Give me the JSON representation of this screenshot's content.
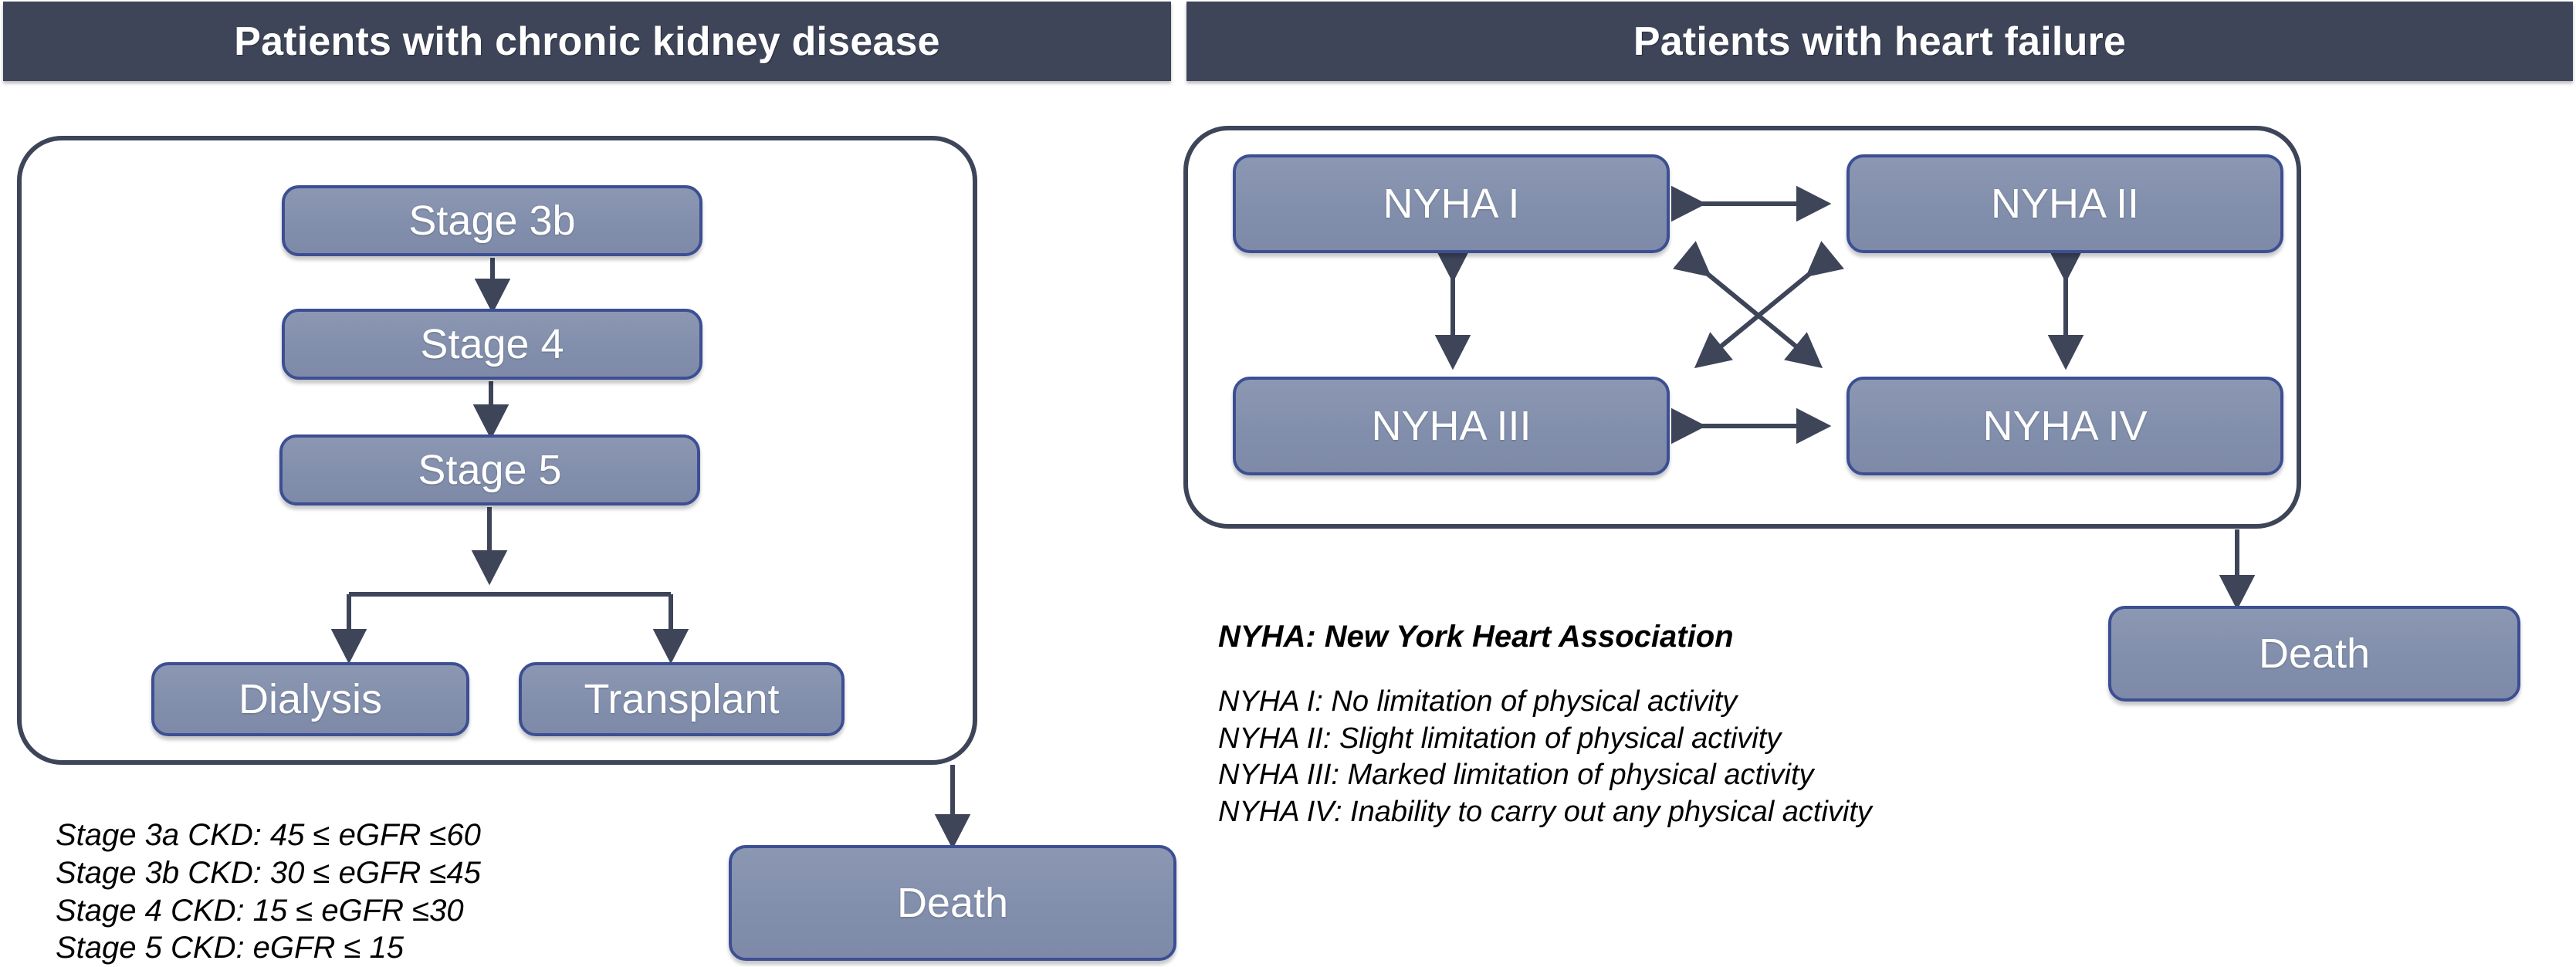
{
  "panels": {
    "ckd": {
      "header": "Patients with chronic kidney disease",
      "nodes": {
        "stage3b": "Stage 3b",
        "stage4": "Stage 4",
        "stage5": "Stage 5",
        "dialysis": "Dialysis",
        "transplant": "Transplant",
        "death": "Death"
      },
      "legend": [
        "Stage 3a CKD: 45 ≤  eGFR ≤60",
        "Stage 3b CKD: 30 ≤  eGFR ≤45",
        "Stage 4 CKD: 15 ≤  eGFR ≤30",
        "Stage 5 CKD: eGFR ≤ 15"
      ]
    },
    "hf": {
      "header": "Patients with heart failure",
      "nodes": {
        "nyha1": "NYHA I",
        "nyha2": "NYHA II",
        "nyha3": "NYHA III",
        "nyha4": "NYHA IV",
        "death": "Death"
      },
      "legend_title": "NYHA: New York Heart Association",
      "legend": [
        "NYHA I: No limitation of physical activity",
        "NYHA II: Slight limitation of physical activity",
        "NYHA III: Marked limitation of physical activity",
        "NYHA IV: Inability to carry out any physical activity"
      ]
    }
  },
  "colors": {
    "header_bar": "#3e4559",
    "node_fill": "#8490ad",
    "node_border": "#3c4f93",
    "container_border": "#3e4559",
    "connector": "#3e4559",
    "header_text": "#ffffff",
    "node_text": "#ffffff",
    "legend_text": "#000000"
  }
}
